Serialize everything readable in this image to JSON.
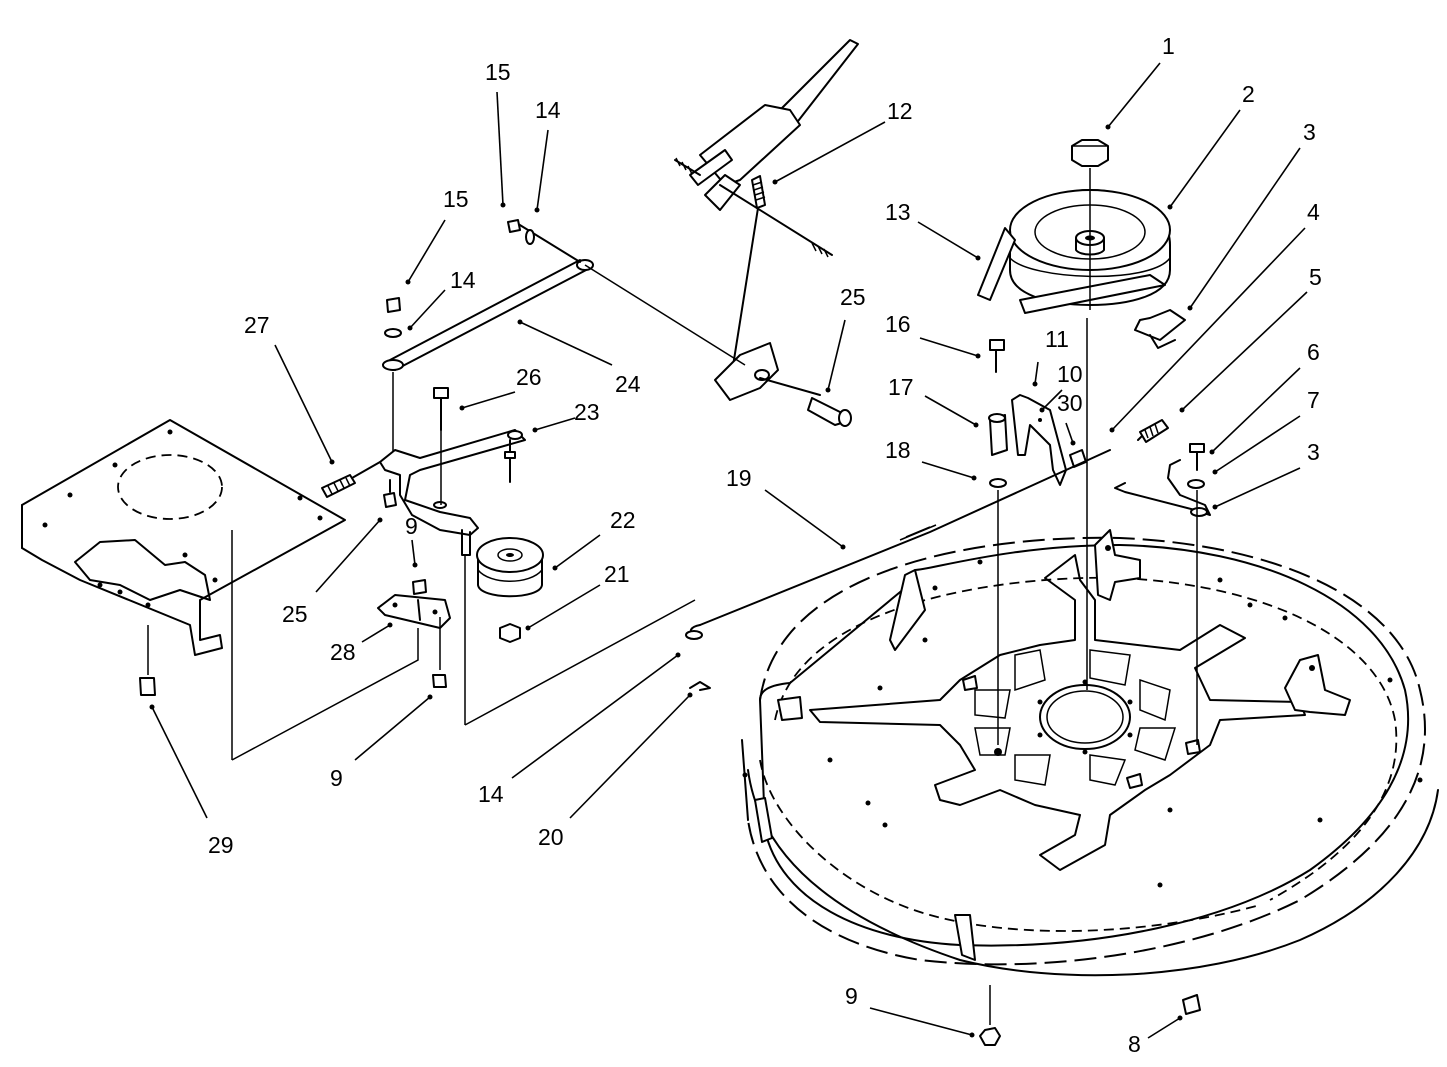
{
  "callouts": [
    {
      "text": "1"
    },
    {
      "text": "2"
    },
    {
      "text": "3"
    },
    {
      "text": "4"
    },
    {
      "text": "5"
    },
    {
      "text": "6"
    },
    {
      "text": "7"
    },
    {
      "text": "3"
    },
    {
      "text": "8"
    },
    {
      "text": "9"
    },
    {
      "text": "10"
    },
    {
      "text": "11"
    },
    {
      "text": "30"
    },
    {
      "text": "12"
    },
    {
      "text": "13"
    },
    {
      "text": "14"
    },
    {
      "text": "15"
    },
    {
      "text": "15"
    },
    {
      "text": "14"
    },
    {
      "text": "16"
    },
    {
      "text": "17"
    },
    {
      "text": "18"
    },
    {
      "text": "19"
    },
    {
      "text": "20"
    },
    {
      "text": "14"
    },
    {
      "text": "21"
    },
    {
      "text": "22"
    },
    {
      "text": "23"
    },
    {
      "text": "24"
    },
    {
      "text": "25"
    },
    {
      "text": "25"
    },
    {
      "text": "26"
    },
    {
      "text": "27"
    },
    {
      "text": "28"
    },
    {
      "text": "9"
    },
    {
      "text": "9"
    },
    {
      "text": "29"
    }
  ]
}
